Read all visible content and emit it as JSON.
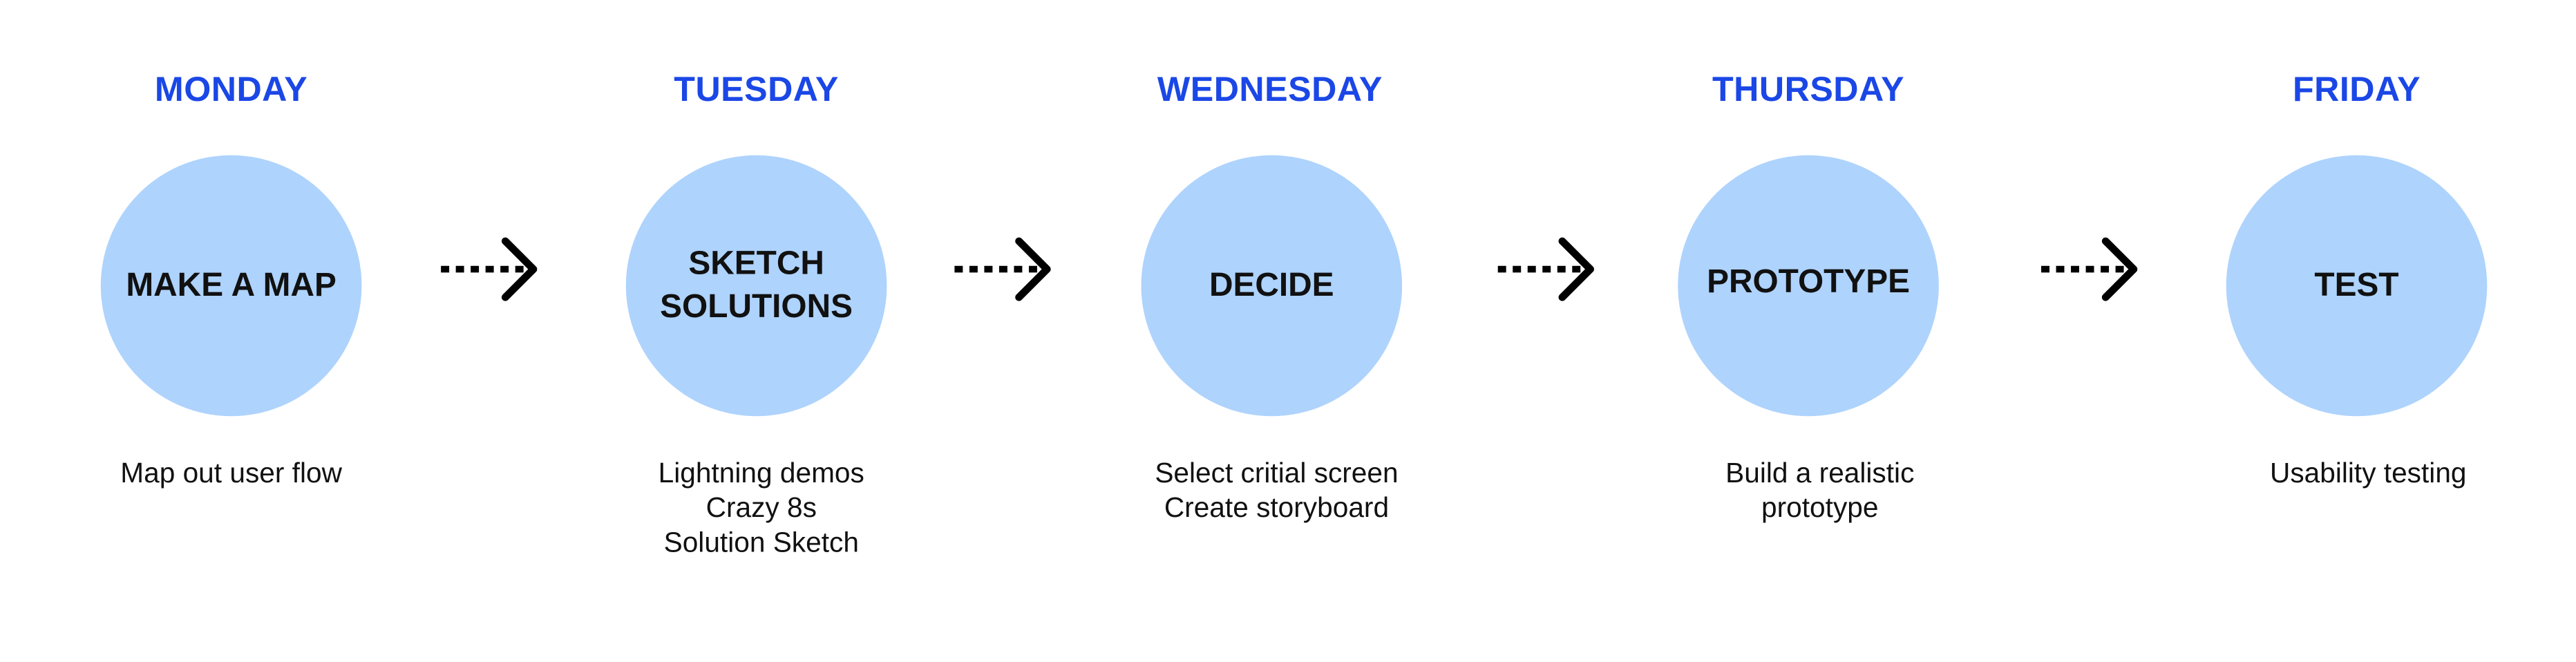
{
  "colors": {
    "day_label": "#1a47e6",
    "circle_fill": "#aed3fd",
    "arrow": "#000000"
  },
  "steps": [
    {
      "day": "MONDAY",
      "label": "MAKE A MAP",
      "description": [
        "Map out user flow"
      ]
    },
    {
      "day": "TUESDAY",
      "label": "SKETCH\nSOLUTIONS",
      "description": [
        "Lightning demos",
        "Crazy 8s",
        "Solution Sketch"
      ]
    },
    {
      "day": "WEDNESDAY",
      "label": "DECIDE",
      "description": [
        "Select critial screen",
        "Create storyboard"
      ]
    },
    {
      "day": "THURSDAY",
      "label": "PROTOTYPE",
      "description": [
        "Build a realistic",
        "prototype"
      ]
    },
    {
      "day": "FRIDAY",
      "label": "TEST",
      "description": [
        "Usability testing"
      ]
    }
  ]
}
